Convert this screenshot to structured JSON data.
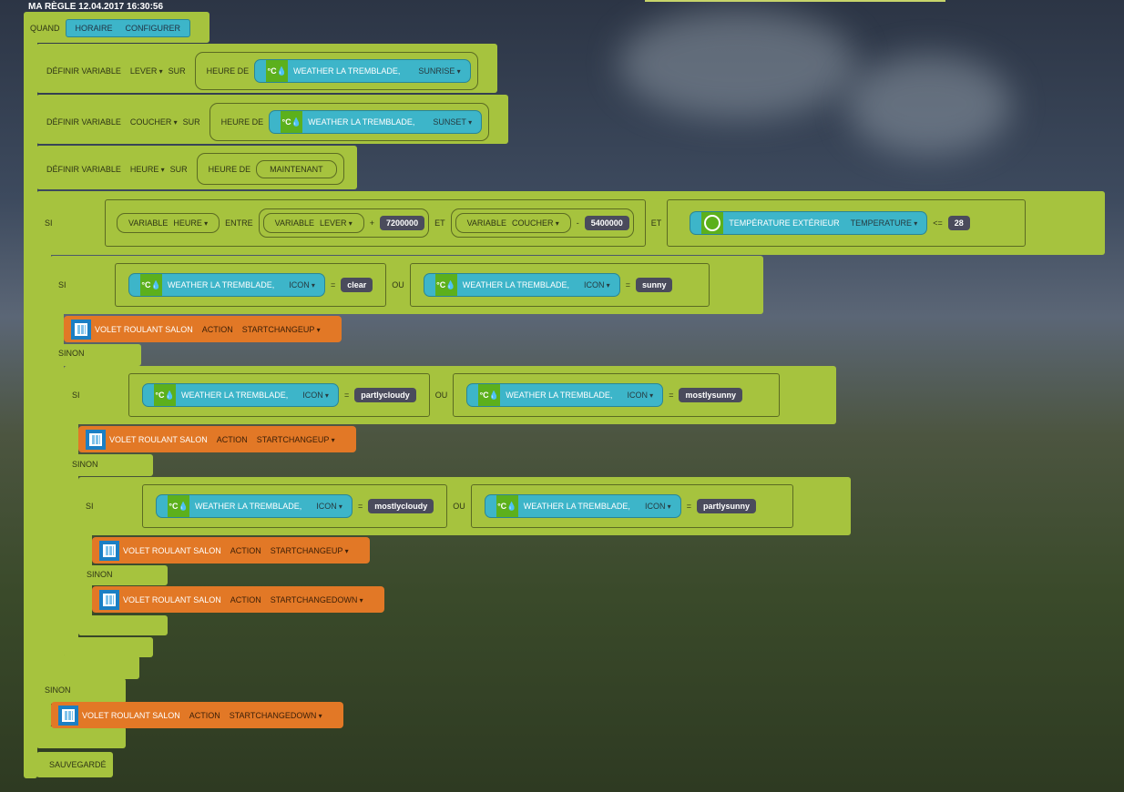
{
  "title": "MA RÈGLE 12.04.2017 16:30:56",
  "trigger": {
    "quand": "QUAND",
    "horaire": "HORAIRE",
    "configurer": "CONFIGURER"
  },
  "weather_icon": "°C💧",
  "defs": [
    {
      "label": "DÉFINIR VARIABLE",
      "var": "LEVER",
      "sur": "SUR",
      "heure_de": "HEURE DE",
      "device": "WEATHER LA TREMBLADE,",
      "field": "SUNRISE"
    },
    {
      "label": "DÉFINIR VARIABLE",
      "var": "COUCHER",
      "sur": "SUR",
      "heure_de": "HEURE DE",
      "device": "WEATHER LA TREMBLADE,",
      "field": "SUNSET"
    },
    {
      "label": "DÉFINIR VARIABLE",
      "var": "HEURE",
      "sur": "SUR",
      "heure_de": "HEURE DE",
      "value": "MAINTENANT"
    }
  ],
  "main_if": {
    "si": "SI",
    "variable": "VARIABLE",
    "v1": "HEURE",
    "entre": "ENTRE",
    "v2": "LEVER",
    "plus": "+",
    "n1": "7200000",
    "et": "ET",
    "v3": "COUCHER",
    "minus": "-",
    "n2": "5400000",
    "et2": "ET",
    "device": "TEMPÉRATURE EXTÉRIEUR",
    "field": "TEMPERATURE",
    "op": "<=",
    "value": "28"
  },
  "conds": [
    {
      "si": "SI",
      "ou": "OU",
      "left": {
        "device": "WEATHER LA TREMBLADE,",
        "field": "ICON",
        "op": "=",
        "value": "clear"
      },
      "right": {
        "device": "WEATHER LA TREMBLADE,",
        "field": "ICON",
        "op": "=",
        "value": "sunny"
      }
    },
    {
      "si": "SI",
      "ou": "OU",
      "left": {
        "device": "WEATHER LA TREMBLADE,",
        "field": "ICON",
        "op": "=",
        "value": "partlycloudy"
      },
      "right": {
        "device": "WEATHER LA TREMBLADE,",
        "field": "ICON",
        "op": "=",
        "value": "mostlysunny"
      }
    },
    {
      "si": "SI",
      "ou": "OU",
      "left": {
        "device": "WEATHER LA TREMBLADE,",
        "field": "ICON",
        "op": "=",
        "value": "mostlycloudy"
      },
      "right": {
        "device": "WEATHER LA TREMBLADE,",
        "field": "ICON",
        "op": "=",
        "value": "partlysunny"
      }
    }
  ],
  "actions": [
    {
      "device": "VOLET ROULANT SALON",
      "action": "ACTION",
      "value": "STARTCHANGEUP"
    },
    {
      "device": "VOLET ROULANT SALON",
      "action": "ACTION",
      "value": "STARTCHANGEUP"
    },
    {
      "device": "VOLET ROULANT SALON",
      "action": "ACTION",
      "value": "STARTCHANGEUP"
    },
    {
      "device": "VOLET ROULANT SALON",
      "action": "ACTION",
      "value": "STARTCHANGEDOWN"
    },
    {
      "device": "VOLET ROULANT SALON",
      "action": "ACTION",
      "value": "STARTCHANGEDOWN"
    }
  ],
  "sinon": "SINON",
  "saved": "SAUVEGARDÉ"
}
